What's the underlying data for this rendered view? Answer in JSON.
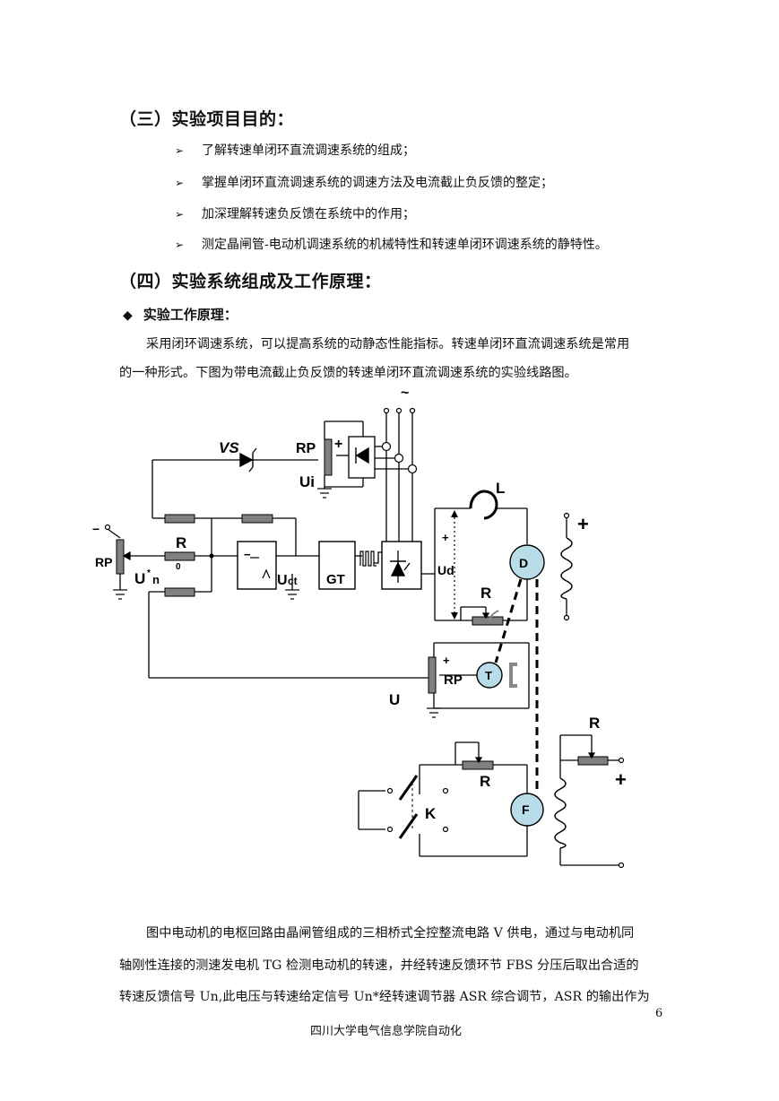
{
  "section3": {
    "title": "（三）实验项目目的：",
    "bullets": [
      "了解转速单闭环直流调速系统的组成；",
      "掌握单闭环直流调速系统的调速方法及电流截止负反馈的整定；",
      "加深理解转速负反馈在系统中的作用；",
      "测定晶闸管-电动机调速系统的机械特性和转速单闭环调速系统的静特性。"
    ]
  },
  "section4": {
    "title": "（四）实验系统组成及工作原理：",
    "subtitle": "实验工作原理：",
    "intro_line1": "采用闭环调速系统，可以提高系统的动静态性能指标。转速单闭环直流调速系统是常用",
    "intro_line2": "的一种形式。下图为带电流截止负反馈的转速单闭环直流调速系统的实验线路图。"
  },
  "diagram": {
    "tilde": "~",
    "vs": "VS",
    "rp_top": "RP",
    "ui": "Ui",
    "rp_left": "RP",
    "r0": "R",
    "r0_sub": "0",
    "un": "U",
    "un_sup": "*",
    "un_sub": "n",
    "uct": "U",
    "uct_sub": "ct",
    "gt": "GT",
    "ud": "Ud",
    "l": "L",
    "d": "D",
    "r_arm": "R",
    "rp_mid": "RP",
    "t": "T",
    "u_bottom": "U",
    "r_right": "R",
    "r_gen": "R",
    "k": "K",
    "f": "F",
    "plus_marks": [
      "+",
      "+",
      "+",
      "+",
      "+"
    ],
    "minus_marks": [
      "−",
      "−"
    ],
    "colors": {
      "motor_fill": "#b9dde8",
      "resistor_fill": "#808080"
    }
  },
  "paragraph2": [
    "图中电动机的电枢回路由晶闸管组成的三相桥式全控整流电路 V 供电，通过与电动机同",
    "轴刚性连接的测速发电机 TG 检测电动机的转速，并经转速反馈环节 FBS 分压后取出合适的",
    "转速反馈信号 Un,此电压与转速给定信号 Un*经转速调节器 ASR 综合调节，ASR 的输出作为"
  ],
  "page_number": "6",
  "footer": "四川大学电气信息学院自动化"
}
